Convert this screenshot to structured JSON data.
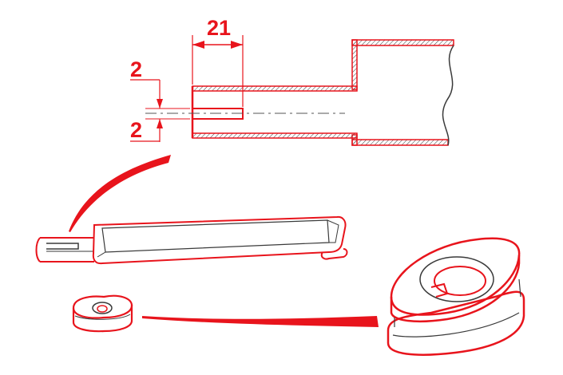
{
  "dimensions": {
    "length": "21",
    "upper_offset": "2",
    "lower_offset": "2"
  },
  "colors": {
    "accent": "#e8141c",
    "outline": "#3a3a3a",
    "background": "#ffffff"
  }
}
